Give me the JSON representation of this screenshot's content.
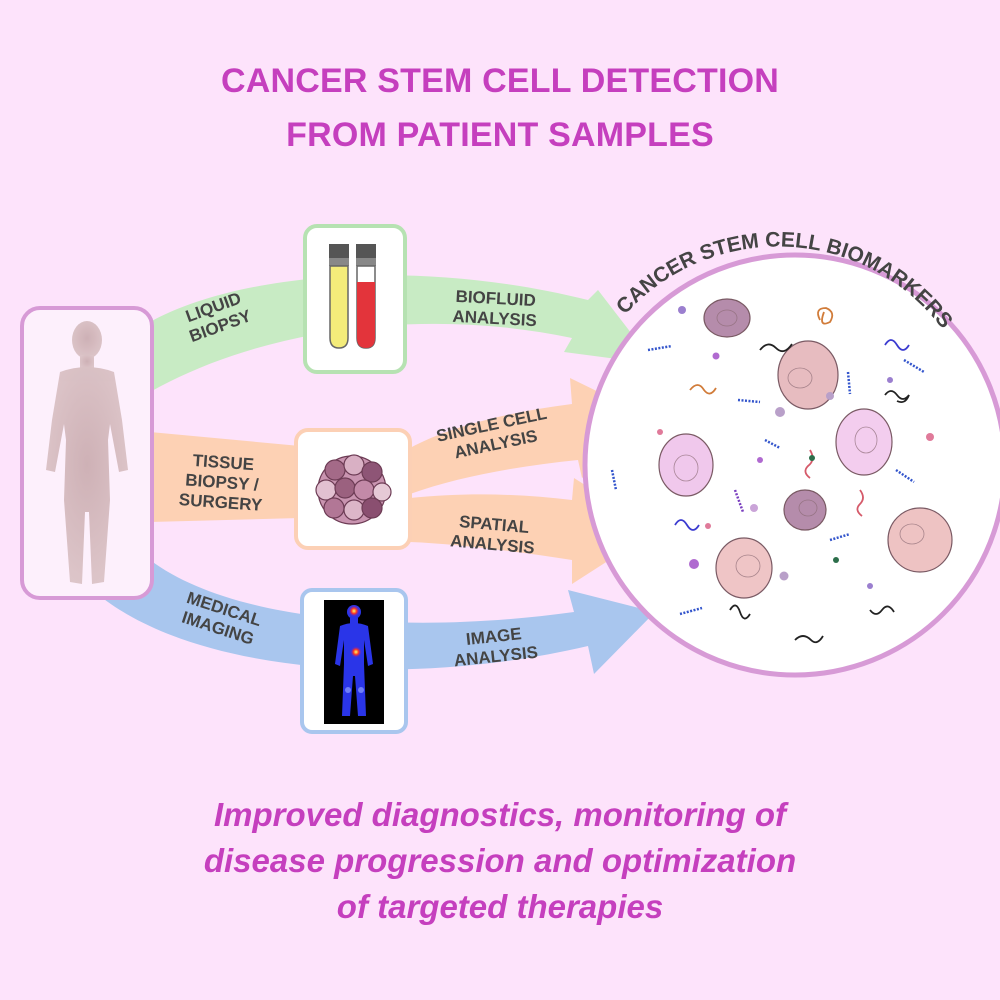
{
  "title": {
    "line1": "CANCER STEM CELL DETECTION",
    "line2": "FROM PATIENT SAMPLES"
  },
  "paths": {
    "liquid": {
      "source_line1": "LIQUID",
      "source_line2": "BIOPSY",
      "result_line1": "BIOFLUID",
      "result_line2": "ANALYSIS",
      "color": "#c8ebc4"
    },
    "tissue": {
      "source_line1": "TISSUE",
      "source_line2": "BIOPSY /",
      "source_line3": "SURGERY",
      "color": "#fdd1b4"
    },
    "single_cell": {
      "result_line1": "SINGLE CELL",
      "result_line2": "ANALYSIS"
    },
    "spatial": {
      "result_line1": "SPATIAL",
      "result_line2": "ANALYSIS"
    },
    "imaging": {
      "source_line1": "MEDICAL",
      "source_line2": "IMAGING",
      "result_line1": "IMAGE",
      "result_line2": "ANALYSIS",
      "color": "#a9c6ee"
    }
  },
  "biomarkers": {
    "label": "CANCER STEM CELL BIOMARKERS"
  },
  "footer": {
    "line1": "Improved diagnostics, monitoring of",
    "line2": "disease progression and optimization",
    "line3": "of targeted therapies"
  },
  "colors": {
    "background": "#fde3fb",
    "title": "#c53fbe",
    "panel_border": "#d79ad6"
  },
  "icons": [
    "human-silhouette-icon",
    "blood-tubes-icon",
    "tissue-cells-icon",
    "pet-scan-icon"
  ]
}
